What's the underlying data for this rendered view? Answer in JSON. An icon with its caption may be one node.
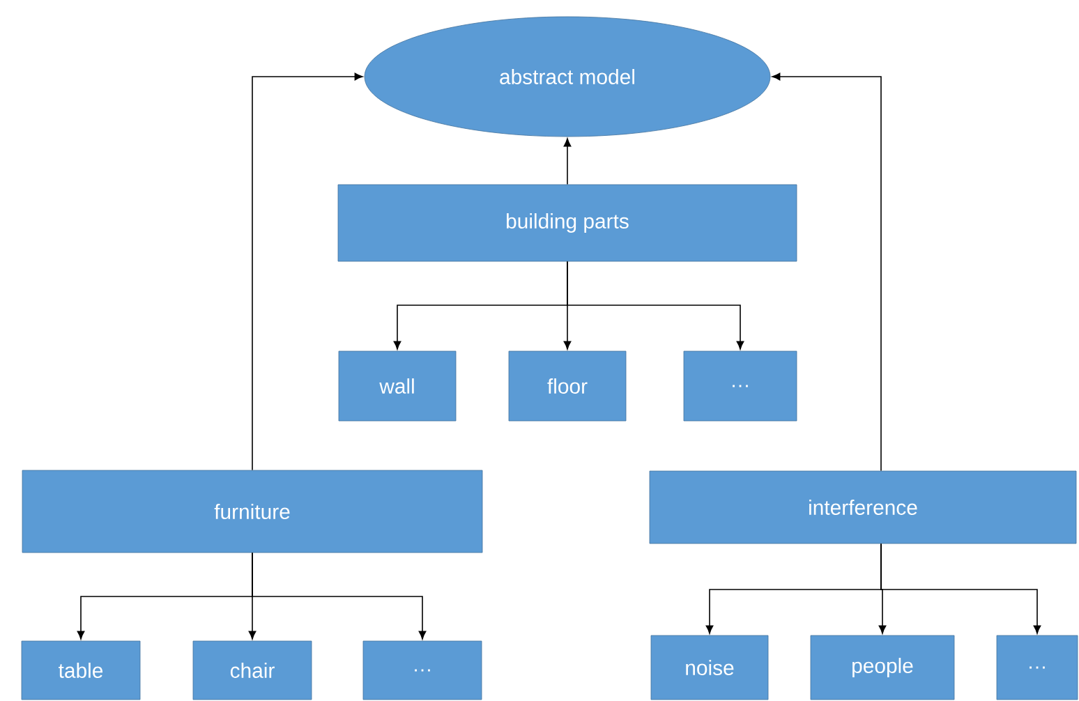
{
  "diagram": {
    "nodes": [
      {
        "text": [
          "abstract model"
        ]
      },
      {
        "text": [
          "building parts"
        ]
      },
      {
        "text": [
          "wall"
        ]
      },
      {
        "text": [
          "floor"
        ]
      },
      {
        "text": [
          "…"
        ]
      },
      {
        "text": [
          "furniture"
        ]
      },
      {
        "text": [
          "interference"
        ]
      },
      {
        "text": [
          "table"
        ]
      },
      {
        "text": [
          "chair"
        ]
      },
      {
        "text": [
          "…"
        ]
      },
      {
        "text": [
          "noise"
        ]
      },
      {
        "text": [
          "people"
        ]
      },
      {
        "text": [
          "…"
        ]
      }
    ],
    "edges": [
      {
        "from": 1,
        "to": 0,
        "arrow": "to"
      },
      {
        "from": 5,
        "to": 0,
        "arrow": "to"
      },
      {
        "from": 6,
        "to": 0,
        "arrow": "to"
      },
      {
        "from": 1,
        "to": 2,
        "arrow": "to"
      },
      {
        "from": 1,
        "to": 3,
        "arrow": "to"
      },
      {
        "from": 1,
        "to": 4,
        "arrow": "to"
      },
      {
        "from": 5,
        "to": 7,
        "arrow": "to"
      },
      {
        "from": 5,
        "to": 8,
        "arrow": "to"
      },
      {
        "from": 5,
        "to": 9,
        "arrow": "to"
      },
      {
        "from": 6,
        "to": 10,
        "arrow": "to"
      },
      {
        "from": 6,
        "to": 11,
        "arrow": "to"
      },
      {
        "from": 6,
        "to": 12,
        "arrow": "to"
      }
    ]
  }
}
